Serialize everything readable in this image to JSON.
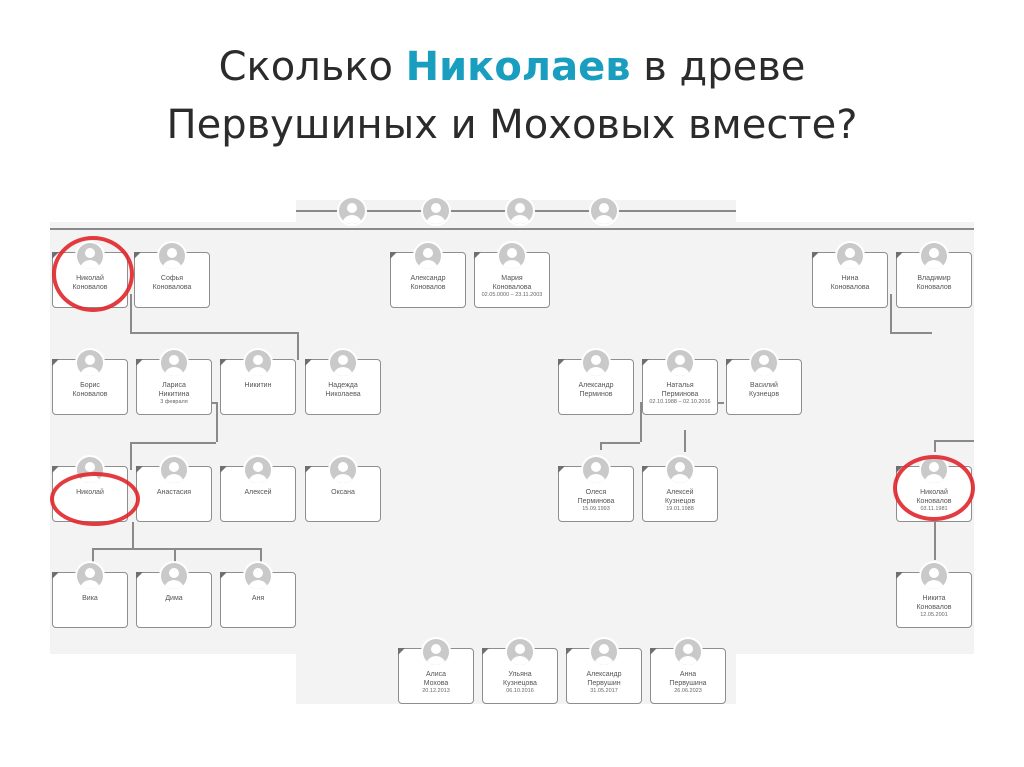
{
  "slide": {
    "title_before": "Сколько ",
    "title_highlight": "Николаев",
    "title_after_line1": " в древе",
    "title_line2": "Первушиных и Моховых вместе?"
  },
  "tree": {
    "people": [
      {
        "first": "Николай",
        "last": "Коновалов",
        "date": ""
      },
      {
        "first": "Софья",
        "last": "Коновалова",
        "date": ""
      },
      {
        "first": "Александр",
        "last": "Коновалов",
        "date": ""
      },
      {
        "first": "Мария",
        "last": "Коновалова",
        "date": "02.05.0000 – 23.11.2003"
      },
      {
        "first": "Нина",
        "last": "Коновалова",
        "date": ""
      },
      {
        "first": "Владимир",
        "last": "Коновалов",
        "date": ""
      },
      {
        "first": "Борис",
        "last": "Коновалов",
        "date": ""
      },
      {
        "first": "Лариса",
        "last": "Никитина",
        "date": "3 февраля"
      },
      {
        "first": "Никитин",
        "last": "",
        "date": ""
      },
      {
        "first": "Надежда",
        "last": "Николаева",
        "date": ""
      },
      {
        "first": "Александр",
        "last": "Перминов",
        "date": ""
      },
      {
        "first": "Наталья",
        "last": "Перминова",
        "date": "02.10.1988 – 02.10.2016"
      },
      {
        "first": "Василий",
        "last": "Кузнецов",
        "date": ""
      },
      {
        "first": "Николай",
        "last": "",
        "date": ""
      },
      {
        "first": "Анастасия",
        "last": "",
        "date": ""
      },
      {
        "first": "Алексей",
        "last": "",
        "date": ""
      },
      {
        "first": "Оксана",
        "last": "",
        "date": ""
      },
      {
        "first": "Олеся",
        "last": "Перминова",
        "date": "15.09.1993"
      },
      {
        "first": "Алексей",
        "last": "Кузнецов",
        "date": "19.01.1988"
      },
      {
        "first": "Николай",
        "last": "Коновалов",
        "date": "03.11.1981"
      },
      {
        "first": "Вика",
        "last": "",
        "date": ""
      },
      {
        "first": "Дима",
        "last": "",
        "date": ""
      },
      {
        "first": "Аня",
        "last": "",
        "date": ""
      },
      {
        "first": "Никита",
        "last": "Коновалов",
        "date": "12.05.2001"
      },
      {
        "first": "Алиса",
        "last": "Мохова",
        "date": "20.12.2013"
      },
      {
        "first": "Ульяна",
        "last": "Кузнецова",
        "date": "06.10.2016"
      },
      {
        "first": "Александр",
        "last": "Первушин",
        "date": "31.05.2017"
      },
      {
        "first": "Анна",
        "last": "Первушина",
        "date": "26.06.2023"
      }
    ]
  },
  "colors": {
    "highlight": "#1a9ec0",
    "circle": "#e0262a",
    "card_border": "#8e8e8e"
  }
}
